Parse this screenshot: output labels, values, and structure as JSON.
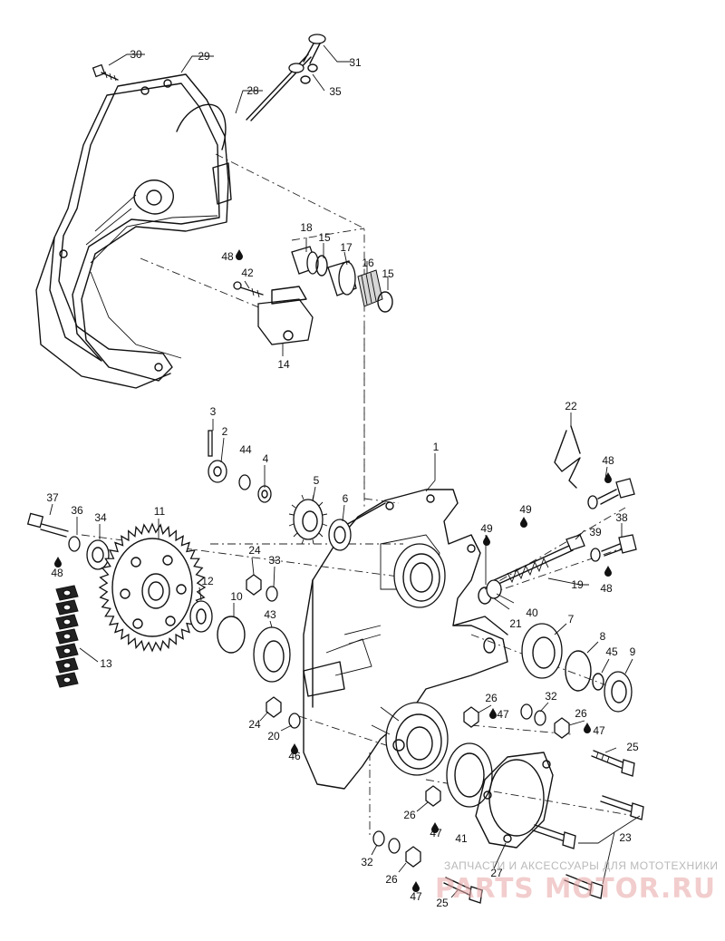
{
  "callouts": [
    {
      "id": "c30",
      "text": "30"
    },
    {
      "id": "c29",
      "text": "29"
    },
    {
      "id": "c31",
      "text": "31"
    },
    {
      "id": "c35",
      "text": "35"
    },
    {
      "id": "c28",
      "text": "28"
    },
    {
      "id": "c18",
      "text": "18"
    },
    {
      "id": "c15a",
      "text": "15"
    },
    {
      "id": "c17",
      "text": "17"
    },
    {
      "id": "c16",
      "text": "16"
    },
    {
      "id": "c15b",
      "text": "15"
    },
    {
      "id": "c48a",
      "text": "48"
    },
    {
      "id": "c42",
      "text": "42"
    },
    {
      "id": "c14",
      "text": "14"
    },
    {
      "id": "c3",
      "text": "3"
    },
    {
      "id": "c2",
      "text": "2"
    },
    {
      "id": "c44",
      "text": "44"
    },
    {
      "id": "c4",
      "text": "4"
    },
    {
      "id": "c5",
      "text": "5"
    },
    {
      "id": "c6",
      "text": "6"
    },
    {
      "id": "c1",
      "text": "1"
    },
    {
      "id": "c22",
      "text": "22"
    },
    {
      "id": "c48b",
      "text": "48"
    },
    {
      "id": "c49a",
      "text": "49"
    },
    {
      "id": "c49b",
      "text": "49"
    },
    {
      "id": "c39",
      "text": "39"
    },
    {
      "id": "c38",
      "text": "38"
    },
    {
      "id": "c19",
      "text": "19"
    },
    {
      "id": "c48c",
      "text": "48"
    },
    {
      "id": "c21",
      "text": "21"
    },
    {
      "id": "c40",
      "text": "40"
    },
    {
      "id": "c7",
      "text": "7"
    },
    {
      "id": "c8",
      "text": "8"
    },
    {
      "id": "c45",
      "text": "45"
    },
    {
      "id": "c9",
      "text": "9"
    },
    {
      "id": "c37",
      "text": "37"
    },
    {
      "id": "c36",
      "text": "36"
    },
    {
      "id": "c34",
      "text": "34"
    },
    {
      "id": "c11",
      "text": "11"
    },
    {
      "id": "c48d",
      "text": "48"
    },
    {
      "id": "c24a",
      "text": "24"
    },
    {
      "id": "c33",
      "text": "33"
    },
    {
      "id": "c12",
      "text": "12"
    },
    {
      "id": "c10",
      "text": "10"
    },
    {
      "id": "c43",
      "text": "43"
    },
    {
      "id": "c13",
      "text": "13"
    },
    {
      "id": "c24b",
      "text": "24"
    },
    {
      "id": "c20",
      "text": "20"
    },
    {
      "id": "c46",
      "text": "46"
    },
    {
      "id": "c26a",
      "text": "26"
    },
    {
      "id": "c47a",
      "text": "47"
    },
    {
      "id": "c32a",
      "text": "32"
    },
    {
      "id": "c26b",
      "text": "26"
    },
    {
      "id": "c47b",
      "text": "47"
    },
    {
      "id": "c25a",
      "text": "25"
    },
    {
      "id": "c26c",
      "text": "26"
    },
    {
      "id": "c47c",
      "text": "47"
    },
    {
      "id": "c41",
      "text": "41"
    },
    {
      "id": "c23",
      "text": "23"
    },
    {
      "id": "c27",
      "text": "27"
    },
    {
      "id": "c32b",
      "text": "32"
    },
    {
      "id": "c26d",
      "text": "26"
    },
    {
      "id": "c47d",
      "text": "47"
    },
    {
      "id": "c25b",
      "text": "25"
    }
  ],
  "watermark": {
    "caption": "ЗАПЧАСТИ И АКСЕССУАРЫ ДЛЯ МОТОТЕХНИКИ",
    "logo": "PARTS MOTOR.RU"
  },
  "colors": {
    "line": "#111111",
    "background": "#ffffff",
    "watermark_logo": "#e9a6a6"
  }
}
